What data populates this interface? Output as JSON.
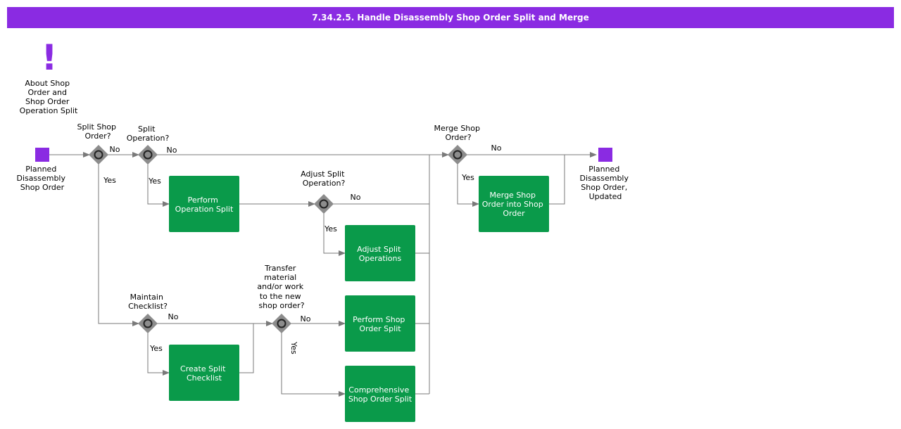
{
  "header": {
    "title": "7.34.2.5. Handle Disassembly Shop Order Split and Merge"
  },
  "note": {
    "icon": "exclamation-icon",
    "label": [
      "About Shop",
      "Order and",
      "Shop Order",
      "Operation Split"
    ]
  },
  "events": {
    "start": {
      "label": [
        "Planned",
        "Disassembly",
        "Shop Order"
      ]
    },
    "end": {
      "label": [
        "Planned",
        "Disassembly",
        "Shop Order,",
        "Updated"
      ]
    }
  },
  "gateways": {
    "split_shop_order": {
      "label": [
        "Split Shop",
        "Order?"
      ]
    },
    "split_operation": {
      "label": [
        "Split",
        "Operation?"
      ]
    },
    "adjust_split_operation": {
      "label": [
        "Adjust Split",
        "Operation?"
      ]
    },
    "merge_shop_order": {
      "label": [
        "Merge Shop",
        "Order?"
      ]
    },
    "maintain_checklist": {
      "label": [
        "Maintain",
        "Checklist?"
      ]
    },
    "transfer_material": {
      "label": [
        "Transfer",
        "material",
        "and/or work",
        "to the new",
        "shop order?"
      ]
    }
  },
  "tasks": {
    "perform_operation_split": {
      "label": [
        "Perform",
        "Operation Split"
      ]
    },
    "adjust_split_operations": {
      "label": [
        "Adjust Split",
        "Operations"
      ]
    },
    "merge_shop_order_into_shop_order": {
      "label": [
        "Merge Shop",
        "Order into Shop",
        "Order"
      ]
    },
    "create_split_checklist": {
      "label": [
        "Create Split",
        "Checklist"
      ]
    },
    "perform_shop_order_split": {
      "label": [
        "Perform Shop",
        "Order Split"
      ]
    },
    "comprehensive_shop_order_split": {
      "label": [
        "Comprehensive",
        "Shop Order Split"
      ]
    }
  },
  "flow_labels": {
    "yes": "Yes",
    "no": "No"
  },
  "colors": {
    "accent": "#8a2be2",
    "task": "#0a9a4a",
    "gateway": "#8c8c8c",
    "edge": "#7a7a7a"
  }
}
